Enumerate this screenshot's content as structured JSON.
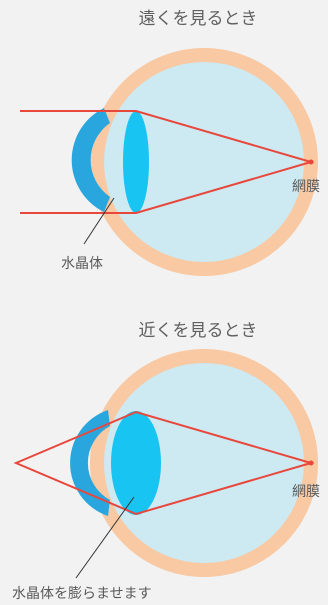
{
  "far": {
    "title": "遠くを見るとき",
    "retina_label": "網膜",
    "lens_label": "水晶体"
  },
  "near": {
    "title": "近くを見るとき",
    "retina_label": "網膜",
    "lens_label": "水晶体を膨らませます"
  },
  "colors": {
    "background": "#f2f2f2",
    "sclera": "#f8c9a2",
    "eyeball": "#cde9f1",
    "cornea": "#2aa6df",
    "lens": "#18c4f2",
    "ray": "#e8473c",
    "text": "#5f5f5f"
  }
}
